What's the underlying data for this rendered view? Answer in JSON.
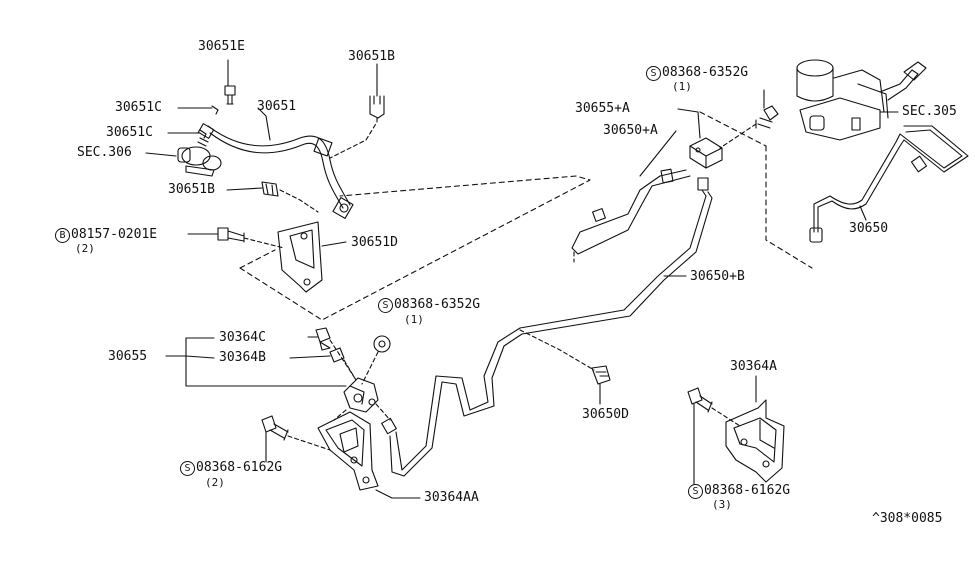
{
  "labels": {
    "p30651E": "30651E",
    "p30651C_a": "30651C",
    "p30651": "30651",
    "p30651C_b": "30651C",
    "sec306": "SEC.306",
    "p30651B_a": "30651B",
    "p30651B_b": "30651B",
    "p30651D": "30651D",
    "bolt_b_num": "08157-0201E",
    "bolt_b_symbol": "B",
    "bolt_b_qty": "(2)",
    "s_6352_top": "08368-6352G",
    "s_6352_top_qty": "(1)",
    "s_symbol": "S",
    "p30655A": "30655+A",
    "p30650A": "30650+A",
    "sec305": "SEC.305",
    "p30650": "30650",
    "p30650B": "30650+B",
    "s_6352_mid": "08368-6352G",
    "s_6352_mid_qty": "(1)",
    "p30364C": "30364C",
    "p30364B": "30364B",
    "p30655": "30655",
    "p30650D": "30650D",
    "p30364A": "30364A",
    "s_6162_left": "08368-6162G",
    "s_6162_left_qty": "(2)",
    "p30364AA": "30364AA",
    "s_6162_right": "08368-6162G",
    "s_6162_right_qty": "(3)",
    "ref": "^308*0085"
  }
}
